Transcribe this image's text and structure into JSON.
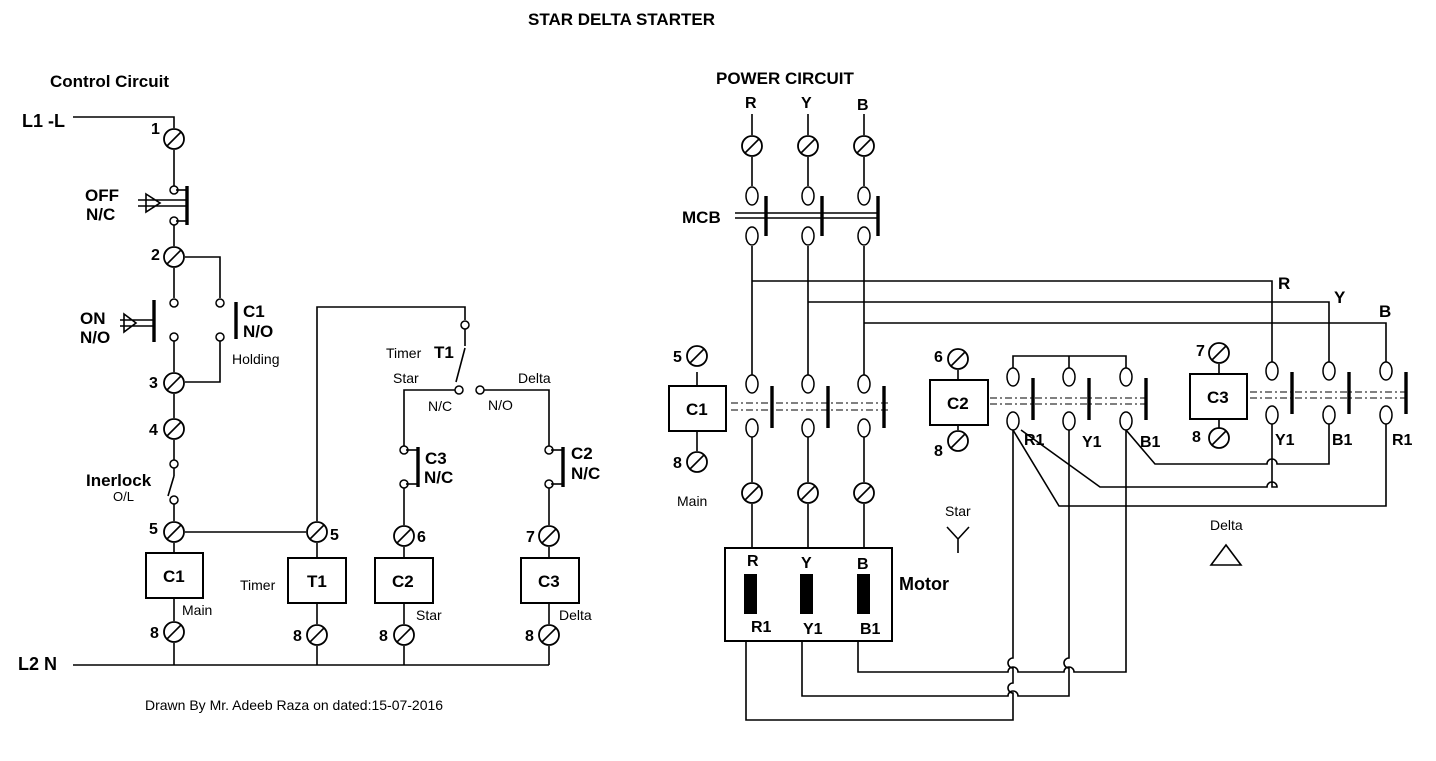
{
  "title": "STAR DELTA STARTER",
  "footer": "Drawn By Mr. Adeeb Raza on dated:15-07-2016",
  "control": {
    "heading": "Control Circuit",
    "l1": "L1 -L",
    "l2": "L2  N",
    "off": "OFF",
    "off_nc": "N/C",
    "on": "ON",
    "on_no": "N/O",
    "holding_c1": "C1",
    "holding_no": "N/O",
    "holding": "Holding",
    "timer_label": "Timer",
    "timer_t1": "T1",
    "star": "Star",
    "delta": "Delta",
    "nc": "N/C",
    "no": "N/O",
    "c3": "C3",
    "c3_nc": "N/C",
    "c2": "C2",
    "c2_nc": "N/C",
    "interlock": "Inerlock",
    "ol": "O/L",
    "t1": "1",
    "t2": "2",
    "t3": "3",
    "t4": "4",
    "t5": "5",
    "t5b": "5",
    "t6": "6",
    "t7": "7",
    "t8a": "8",
    "t8b": "8",
    "t8c": "8",
    "t8d": "8",
    "coil_c1": "C1",
    "coil_t1": "T1",
    "coil_c2": "C2",
    "coil_c3": "C3",
    "main": "Main",
    "timer": "Timer",
    "coil_star": "Star",
    "coil_delta": "Delta"
  },
  "power": {
    "heading": "POWER CIRCUIT",
    "r": "R",
    "y": "Y",
    "b": "B",
    "mcb": "MCB",
    "bus_r": "R",
    "bus_y": "Y",
    "bus_b": "B",
    "c1": "C1",
    "c1_5": "5",
    "c1_8": "8",
    "main": "Main",
    "c2": "C2",
    "c2_6": "6",
    "c2_8": "8",
    "c3": "C3",
    "c3_7": "7",
    "c3_8": "8",
    "r1": "R1",
    "y1": "Y1",
    "b1": "B1",
    "y1b": "Y1",
    "b1b": "B1",
    "r1b": "R1",
    "star": "Star",
    "delta": "Delta",
    "motor": "Motor",
    "m_r": "R",
    "m_y": "Y",
    "m_b": "B",
    "m_r1": "R1",
    "m_y1": "Y1",
    "m_b1": "B1"
  }
}
